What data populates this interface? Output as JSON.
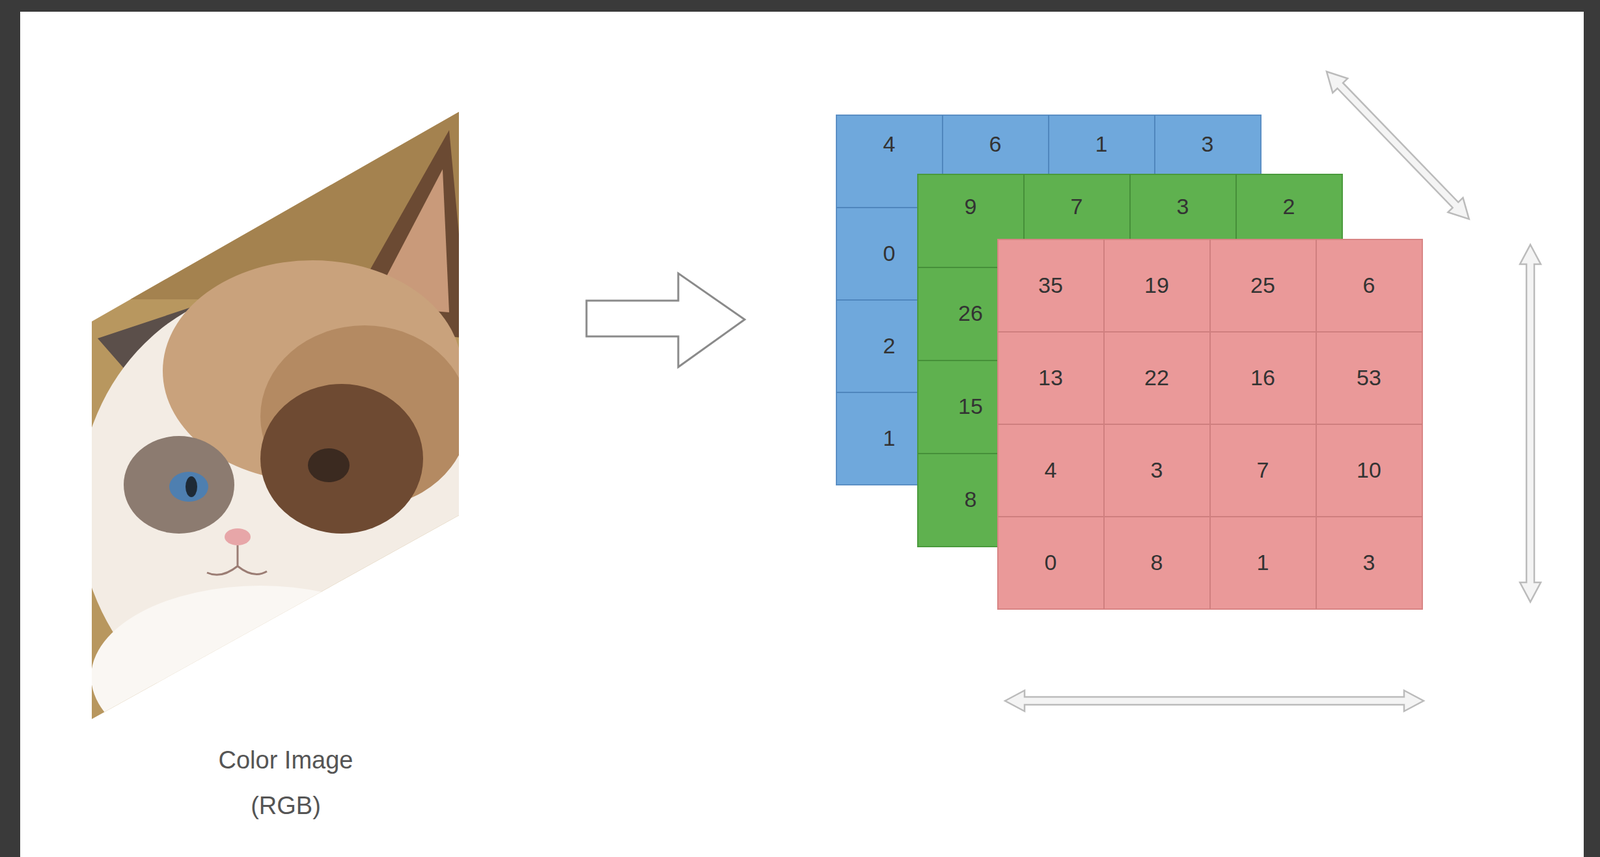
{
  "diagram": {
    "labels": [
      "Color Image (RGB)",
      "4",
      "6",
      "1",
      "3",
      "0",
      "2",
      "1",
      "9",
      "7",
      "3",
      "2",
      "26",
      "15",
      "8",
      "35",
      "19",
      "25",
      "6",
      "13",
      "22",
      "16",
      "53",
      "4",
      "3",
      "7",
      "10",
      "0",
      "8",
      "1",
      "3"
    ]
  }
}
